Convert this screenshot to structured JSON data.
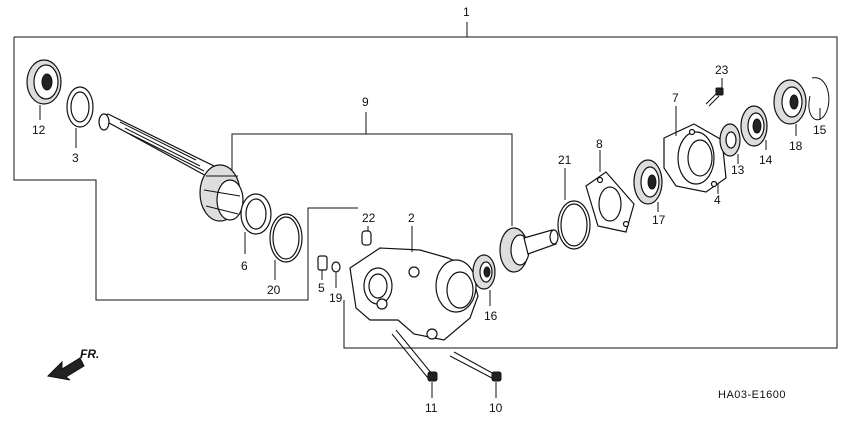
{
  "diagram_code": "HA03‐E1600",
  "front_label": "FR.",
  "callouts": {
    "c1": "1",
    "c2": "2",
    "c3": "3",
    "c4": "4",
    "c5": "5",
    "c6": "6",
    "c7": "7",
    "c8": "8",
    "c9": "9",
    "c10": "10",
    "c11": "11",
    "c12": "12",
    "c13": "13",
    "c14": "14",
    "c15": "15",
    "c16": "16",
    "c17": "17",
    "c18": "18",
    "c19": "19",
    "c20": "20",
    "c21": "21",
    "c22": "22",
    "c23": "23"
  },
  "icons": [
    "front-arrow-icon"
  ]
}
